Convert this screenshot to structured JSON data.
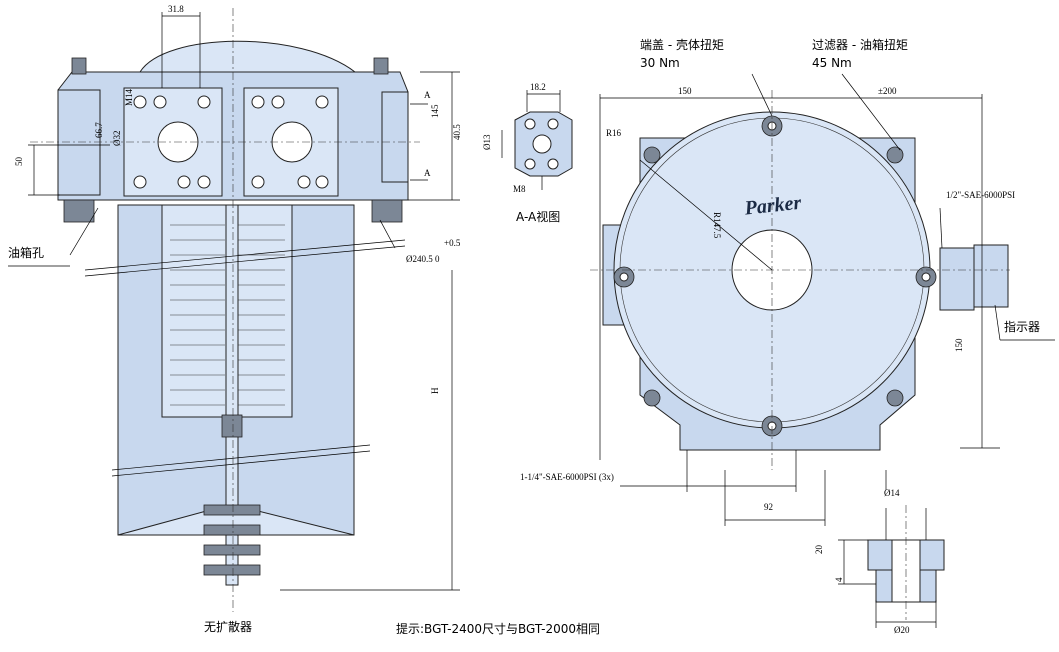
{
  "labels": {
    "end_cap_torque_title": "端盖 - 壳体扭矩",
    "end_cap_torque_value": "30 Nm",
    "filter_tank_torque_title": "过滤器 - 油箱扭矩",
    "filter_tank_torque_value": "45 Nm",
    "tank_hole": "油箱孔",
    "no_diffuser": "无扩散器",
    "indicator": "指示器",
    "section_view": "A-A视图",
    "note": "提示:BGT-2400尺寸与BGT-2000相同",
    "brand": "Parker"
  },
  "dimensions": {
    "d31_8": "31.8",
    "m14": "M14",
    "d66_7": "66.7",
    "d32": "Ø32",
    "d50": "50",
    "d145": "145",
    "d40_5": "40.5",
    "sec_a_top": "A",
    "sec_a_bottom": "A",
    "tol_plus": "+0.5",
    "d240": "Ø240.5 0",
    "h": "H",
    "d18_2": "18.2",
    "d13": "Ø13",
    "m8": "M8",
    "d150_top": "150",
    "d200": "±200",
    "r16": "R16",
    "r147": "R147.5",
    "port_half": "1/2\"-SAE-6000PSI",
    "port_quarter": "1-1/4\"-SAE-6000PSI (3x)",
    "d150_side": "150",
    "d92": "92",
    "d14": "Ø14",
    "d20_side": "20",
    "d4": "4",
    "d20_bottom": "Ø20"
  },
  "colors": {
    "body": "#c8d8ee",
    "body_light": "#dae6f6",
    "seal": "#7c8796",
    "line": "#000000"
  }
}
